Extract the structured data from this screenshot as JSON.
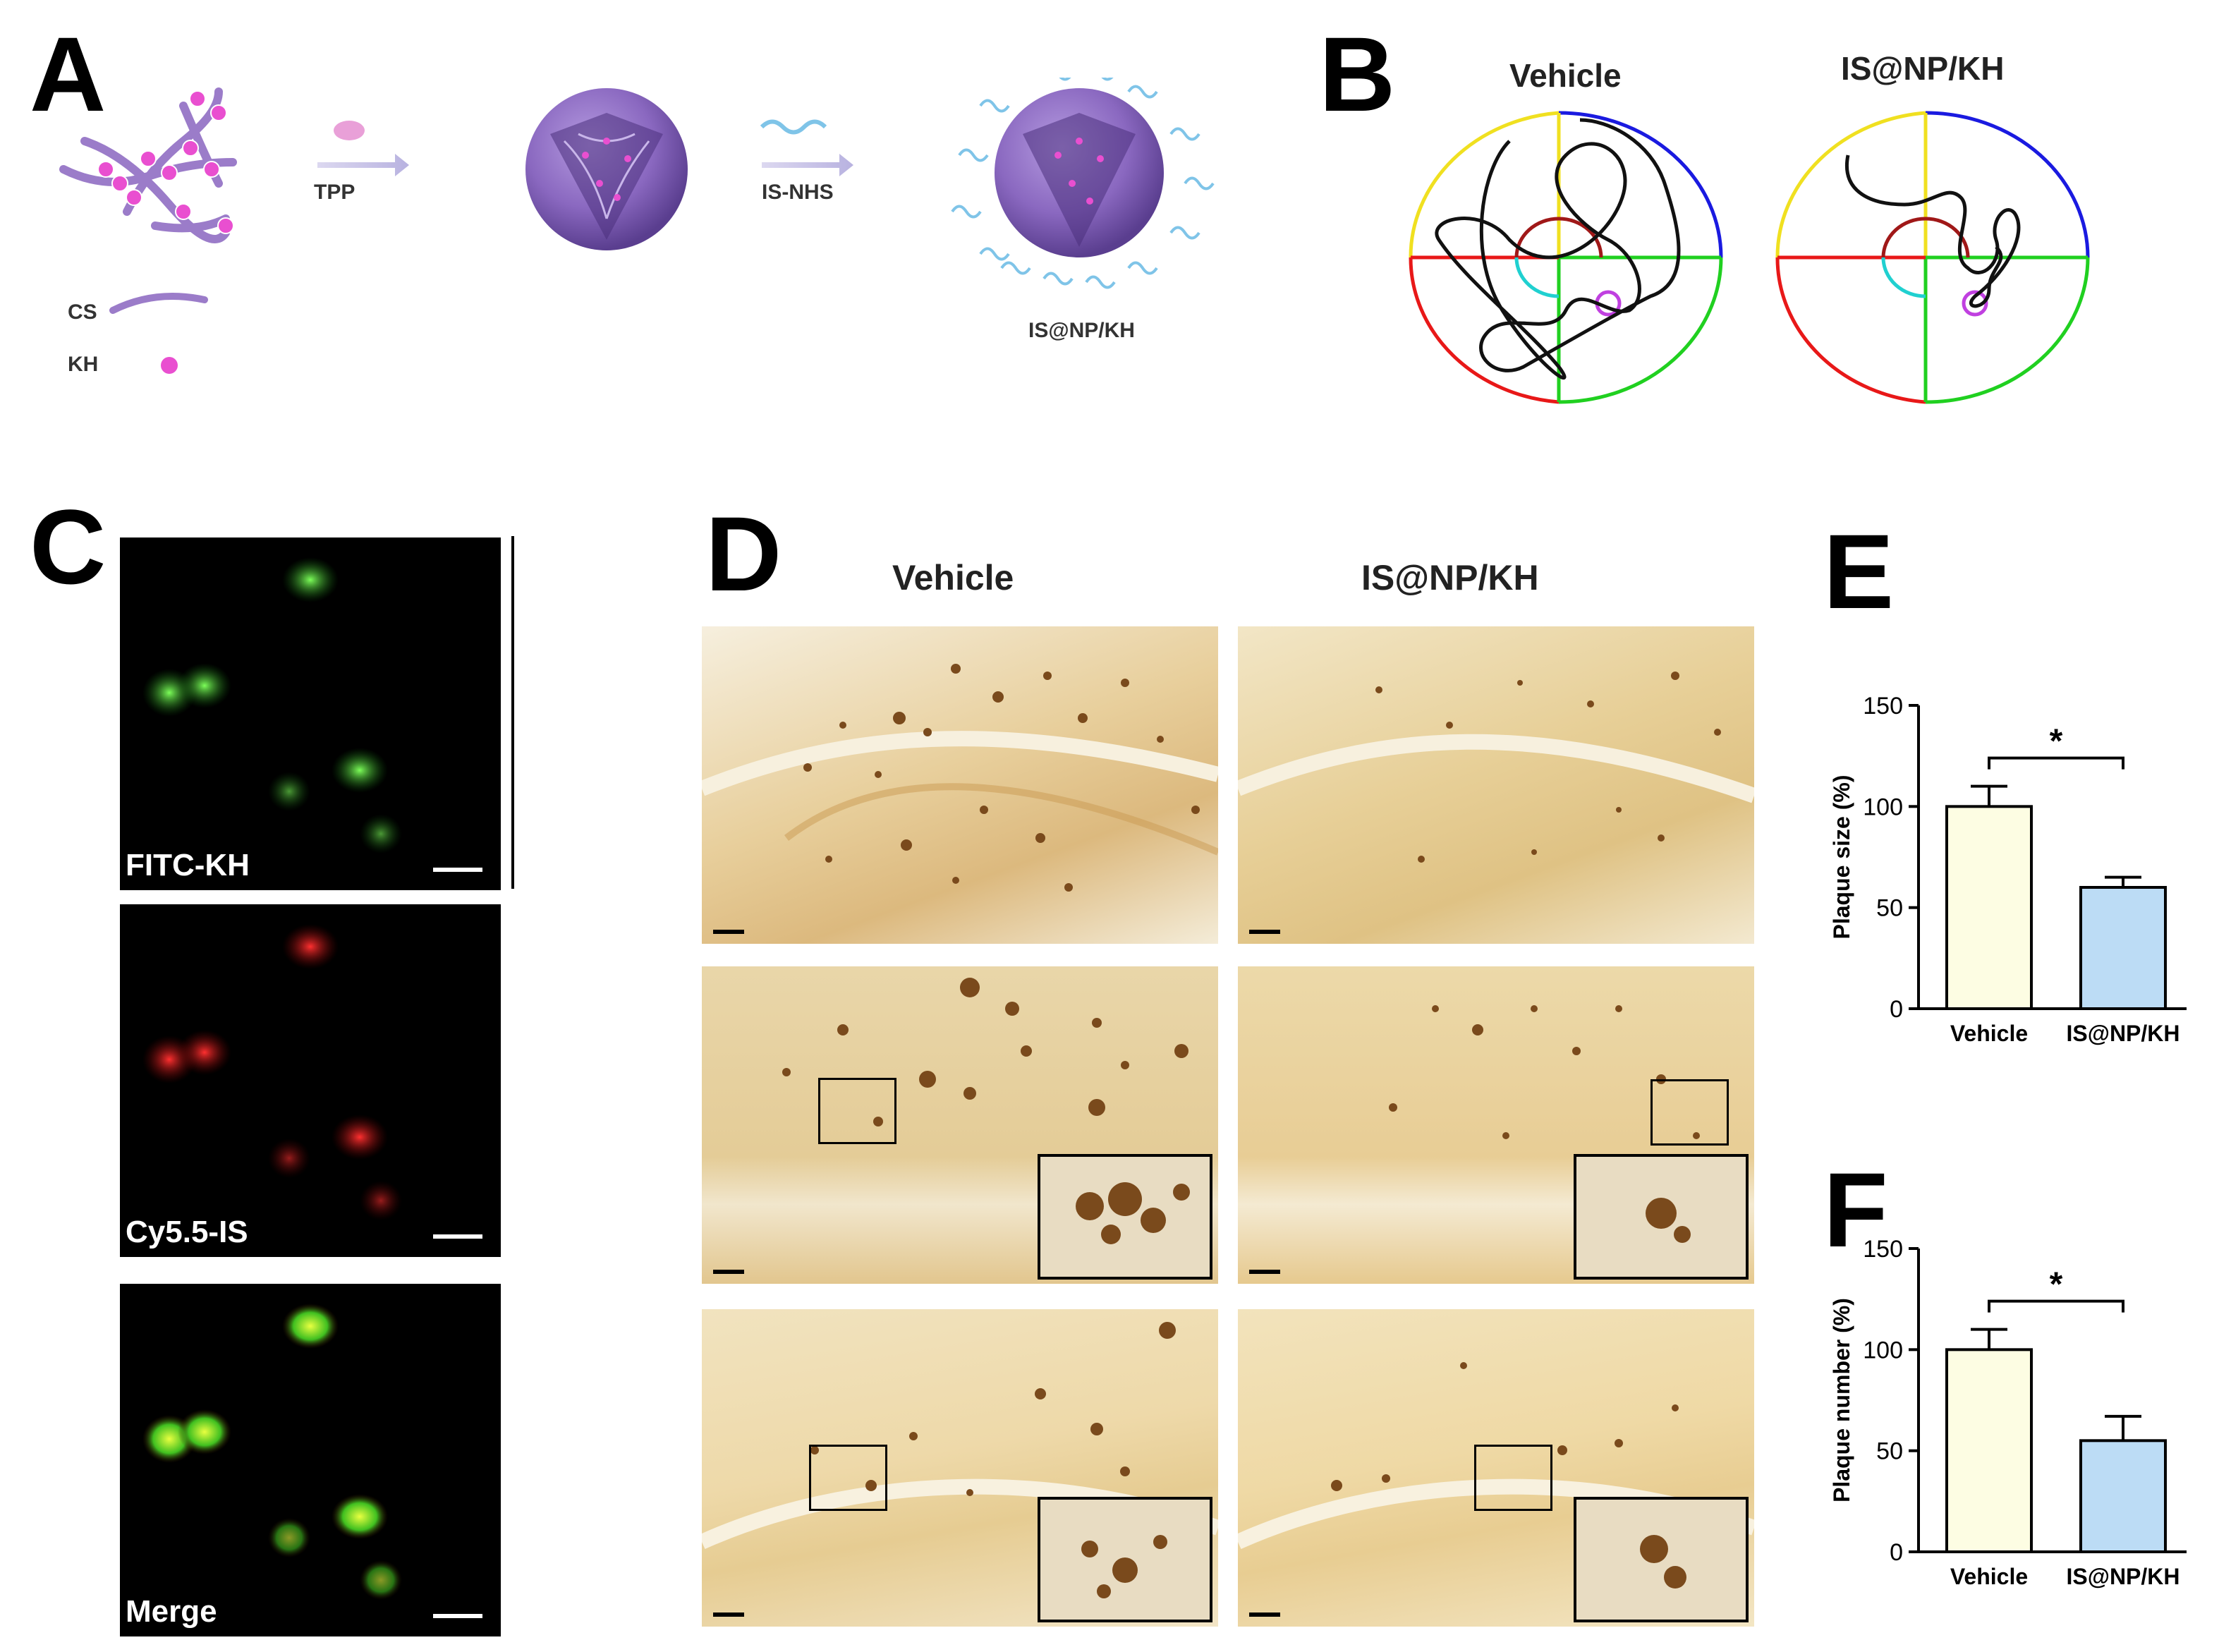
{
  "panels": {
    "A": {
      "letter": "A",
      "labels": {
        "tpp": "TPP",
        "is_nhs": "IS-NHS",
        "cs": "CS",
        "kh": "KH",
        "product": "IS@NP/KH"
      }
    },
    "B": {
      "letter": "B",
      "titles": [
        "Vehicle",
        "IS@NP/KH"
      ]
    },
    "C": {
      "letter": "C",
      "captions": [
        "FITC-KH",
        "Cy5.5-IS",
        "Merge"
      ]
    },
    "D": {
      "letter": "D",
      "columns": [
        "Vehicle",
        "IS@NP/KH"
      ]
    },
    "E": {
      "letter": "E"
    },
    "F": {
      "letter": "F"
    }
  },
  "colors": {
    "vehicle_bar": "#fdfde3",
    "treated_bar": "#bcdcf5",
    "pink_dot": "#e94fd0",
    "polymer": "#9b7cc9",
    "peg": "#7fc4e8",
    "green_signal": "#2fd02f",
    "red_signal": "#e01818",
    "tissue_bg": "#eedfbd",
    "plaque": "#7a4a1c"
  },
  "chart_data": [
    {
      "type": "bar",
      "panel": "E",
      "categories": [
        "Vehicle",
        "IS@NP/KH"
      ],
      "values": [
        100,
        60
      ],
      "errors": [
        10,
        5
      ],
      "ylabel": "Plaque size (%)",
      "yticks": [
        0,
        50,
        100,
        150
      ],
      "ylim": [
        0,
        150
      ],
      "significance": "*"
    },
    {
      "type": "bar",
      "panel": "F",
      "categories": [
        "Vehicle",
        "IS@NP/KH"
      ],
      "values": [
        100,
        55
      ],
      "errors": [
        10,
        12
      ],
      "ylabel": "Plaque number (%)",
      "yticks": [
        0,
        50,
        100,
        150
      ],
      "ylim": [
        0,
        150
      ],
      "significance": "*"
    }
  ]
}
